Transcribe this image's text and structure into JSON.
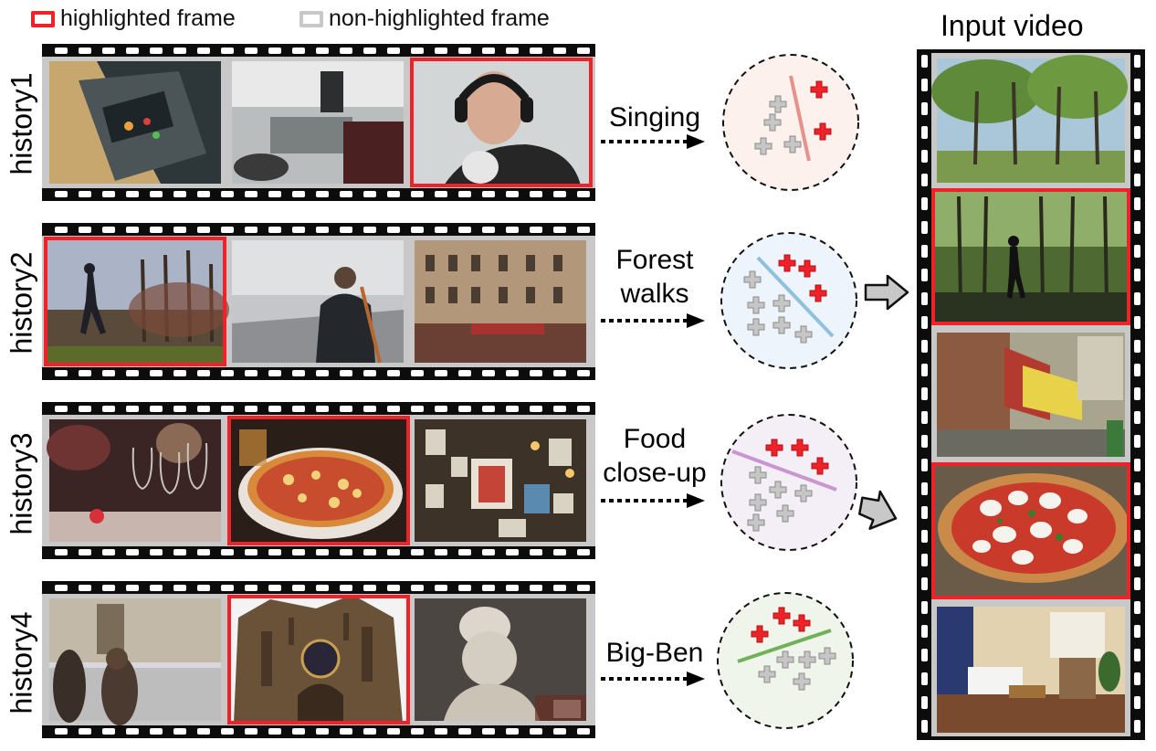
{
  "legend": {
    "highlighted": "highlighted frame",
    "non_highlighted": "non-highlighted frame",
    "highlighted_color": "#ee2228",
    "non_highlighted_color": "#c8c8c8"
  },
  "histories": [
    {
      "label": "history1",
      "category": "Singing",
      "frames": [
        {
          "scene": "audio mixing console",
          "highlighted": false
        },
        {
          "scene": "studio desk with mixer",
          "highlighted": false
        },
        {
          "scene": "man with headphones at microphone",
          "highlighted": true
        }
      ]
    },
    {
      "label": "history2",
      "category": "Forest walks",
      "frames": [
        {
          "scene": "person walking in autumn forest",
          "highlighted": true
        },
        {
          "scene": "person walking on city street",
          "highlighted": false
        },
        {
          "scene": "ornate buildings on square",
          "highlighted": false
        }
      ]
    },
    {
      "label": "history3",
      "category": "Food close-up",
      "frames": [
        {
          "scene": "restaurant table with wine glasses",
          "highlighted": false
        },
        {
          "scene": "pizza on plate",
          "highlighted": true
        },
        {
          "scene": "wall of framed pictures",
          "highlighted": false
        }
      ]
    },
    {
      "label": "history4",
      "category": "Big-Ben",
      "frames": [
        {
          "scene": "people in old town square",
          "highlighted": false
        },
        {
          "scene": "gothic cathedral with clock",
          "highlighted": true
        },
        {
          "scene": "statue bust in museum",
          "highlighted": false
        }
      ]
    }
  ],
  "input_video": {
    "title": "Input video",
    "frames": [
      {
        "scene": "trees in forest",
        "highlighted": false
      },
      {
        "scene": "person walking in forest",
        "highlighted": true
      },
      {
        "scene": "street with storefronts",
        "highlighted": false
      },
      {
        "scene": "margherita pizza",
        "highlighted": true
      },
      {
        "scene": "modern living room",
        "highlighted": false
      }
    ]
  },
  "colors": {
    "boundary_lines": [
      "#e8908c",
      "#8fc1dc",
      "#c996cf",
      "#6fb25a"
    ],
    "circle_fills": [
      "#fdf1ee",
      "#eef4fb",
      "#f4eff7",
      "#f0f5ec"
    ],
    "positive_plus": "#ee2228",
    "negative_plus": "#b8b8b8"
  }
}
